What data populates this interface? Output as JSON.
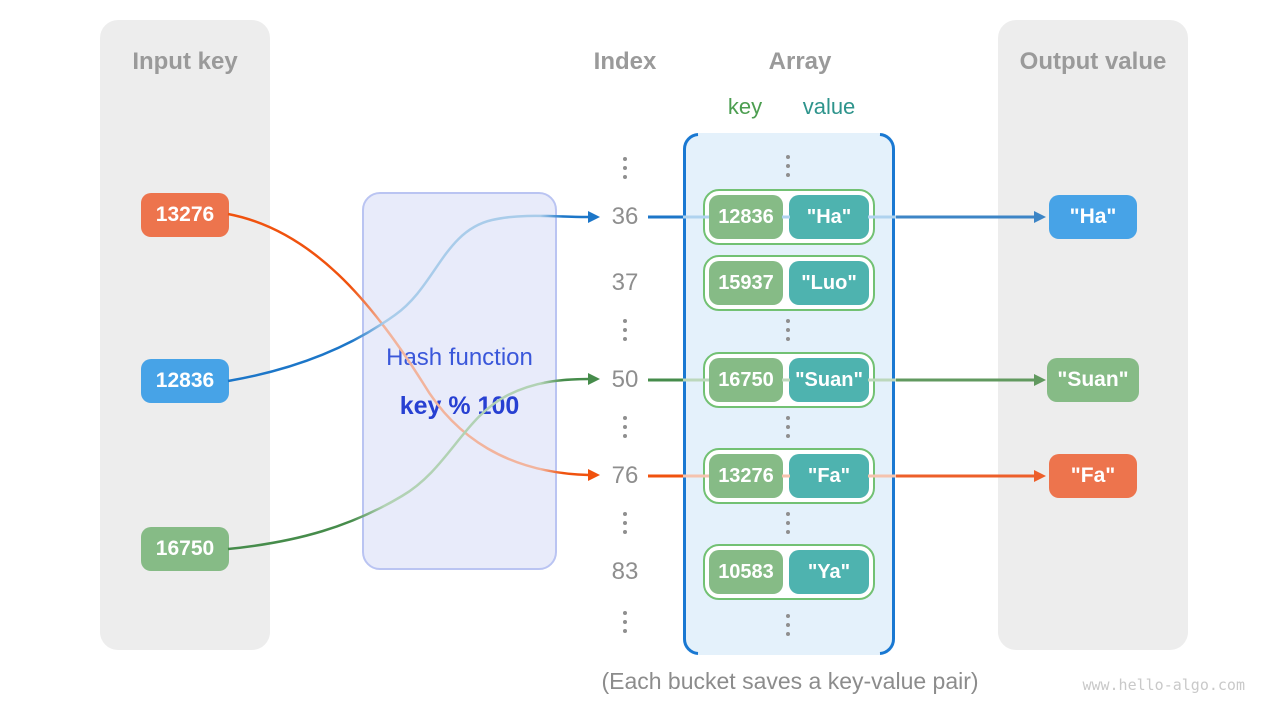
{
  "input": {
    "title": "Input key",
    "badges": [
      {
        "label": "13276",
        "color": "#ED744D"
      },
      {
        "label": "12836",
        "color": "#47A3E7"
      },
      {
        "label": "16750",
        "color": "#86BB86"
      }
    ]
  },
  "hash": {
    "title": "Hash function",
    "formula": "key % 100"
  },
  "index": {
    "title": "Index",
    "values": [
      "36",
      "37",
      "50",
      "76",
      "83"
    ]
  },
  "array": {
    "title": "Array",
    "key_label": "key",
    "value_label": "value",
    "buckets": [
      {
        "key": "12836",
        "value": "\"Ha\""
      },
      {
        "key": "15937",
        "value": "\"Luo\""
      },
      {
        "key": "16750",
        "value": "\"Suan\""
      },
      {
        "key": "13276",
        "value": "\"Fa\""
      },
      {
        "key": "10583",
        "value": "\"Ya\""
      }
    ]
  },
  "output": {
    "title": "Output value",
    "badges": [
      {
        "label": "\"Ha\"",
        "color": "#47A3E7"
      },
      {
        "label": "\"Suan\"",
        "color": "#86BB86"
      },
      {
        "label": "\"Fa\"",
        "color": "#ED744D"
      }
    ]
  },
  "caption": "(Each bucket saves a key-value pair)",
  "watermark": "www.hello-algo.com",
  "colors": {
    "panel_gray": "#EDEDED",
    "title_gray": "#9A9A9A",
    "array_fill": "#E4F1FB",
    "array_border": "#1978D2",
    "bucket_border": "#72C173",
    "teal_pill": "#4EB3AF",
    "hash_fill": "#E8EBFA",
    "hash_border": "#BAC4F2",
    "hash_text_blue": "#3A57DA",
    "arrow_blue": "#1C76C8",
    "arrow_green": "#468C4B",
    "arrow_orange": "#F0520E",
    "key_label_green": "#4C9E50",
    "value_label_teal": "#2E948C"
  }
}
